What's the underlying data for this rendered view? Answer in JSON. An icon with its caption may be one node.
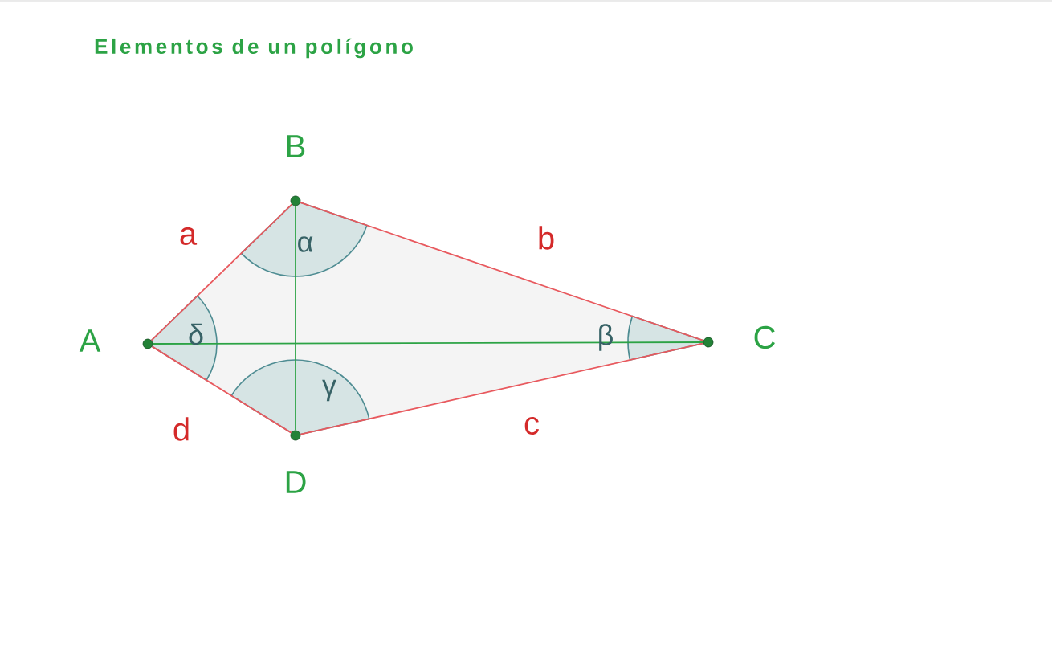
{
  "diagram": {
    "title": "Elementos de un polígono",
    "nodes": [
      {
        "text": [],
        "shape": "circle",
        "beside": [
          "A"
        ]
      },
      {
        "text": [],
        "shape": "circle",
        "beside": [
          "B"
        ]
      },
      {
        "text": [],
        "shape": "circle",
        "beside": [
          "C"
        ]
      },
      {
        "text": [],
        "shape": "circle",
        "beside": [
          "D"
        ]
      }
    ],
    "edges": [
      {
        "from": 0,
        "to": 1,
        "arrow": "none",
        "label": "a"
      },
      {
        "from": 1,
        "to": 2,
        "arrow": "none",
        "label": "b"
      },
      {
        "from": 2,
        "to": 3,
        "arrow": "none",
        "label": "c"
      },
      {
        "from": 3,
        "to": 0,
        "arrow": "none",
        "label": "d"
      },
      {
        "from": 0,
        "to": 2,
        "arrow": "none",
        "color": "#2ca345"
      },
      {
        "from": 1,
        "to": 3,
        "arrow": "none",
        "color": "#2ca345"
      }
    ],
    "labels": [
      "α",
      "δ",
      "β",
      "γ"
    ]
  }
}
